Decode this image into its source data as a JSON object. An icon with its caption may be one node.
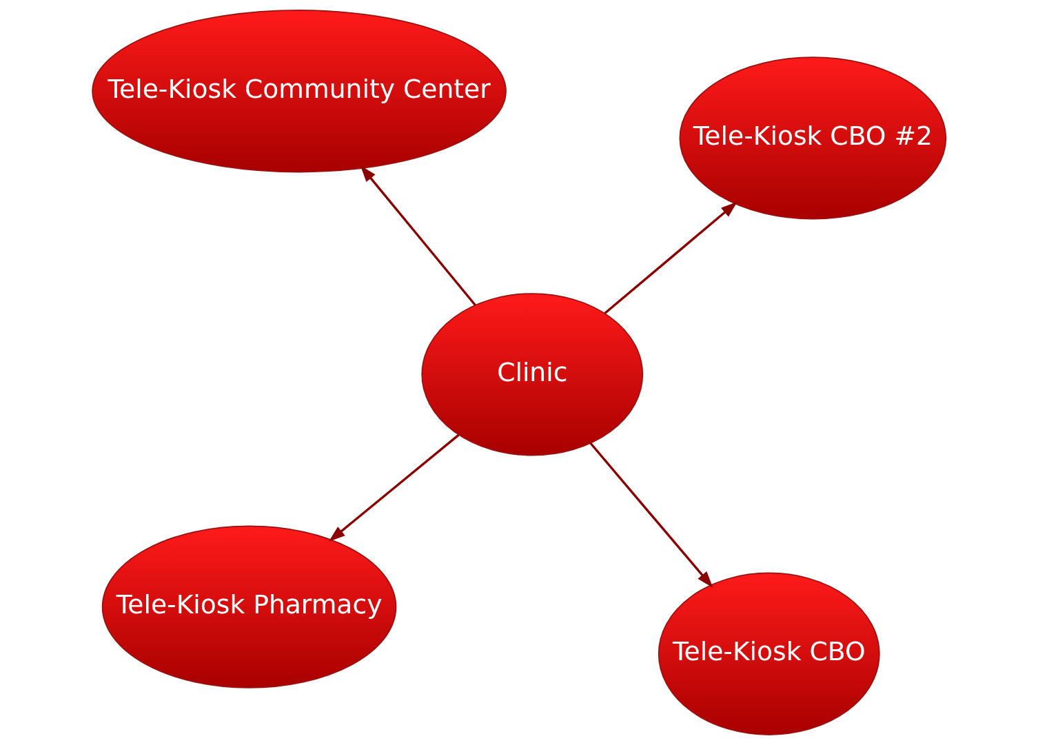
{
  "diagram": {
    "nodes": [
      {
        "text": [
          "Tele-Kiosk Pharmacy"
        ]
      },
      {
        "text": [
          "Tele-Kiosk CBO"
        ]
      },
      {
        "text": [
          "Clinic"
        ]
      },
      {
        "text": [
          "Tele-Kiosk Community Center"
        ]
      },
      {
        "text": [
          "Tele-Kiosk CBO #2"
        ]
      }
    ],
    "edges": [
      {
        "from": 2,
        "to": 0,
        "arrow": "to"
      },
      {
        "from": 2,
        "to": 1,
        "arrow": "to"
      },
      {
        "from": 2,
        "to": 4,
        "arrow": "to"
      },
      {
        "from": 2,
        "to": 3,
        "arrow": "to"
      }
    ]
  }
}
